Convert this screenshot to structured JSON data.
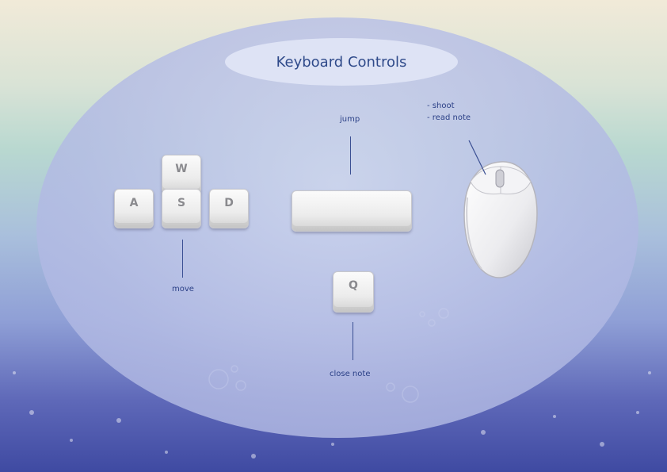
{
  "title": "Keyboard Controls",
  "keys": {
    "w": "W",
    "a": "A",
    "s": "S",
    "d": "D",
    "q": "Q",
    "space": ""
  },
  "labels": {
    "move": "move",
    "jump": "jump",
    "close_note": "close note",
    "shoot": "- shoot",
    "read_note": "- read note"
  },
  "colors": {
    "title_text": "#2f4a8a",
    "label_text": "#2a3f86",
    "title_pill": "#dee3f5"
  }
}
